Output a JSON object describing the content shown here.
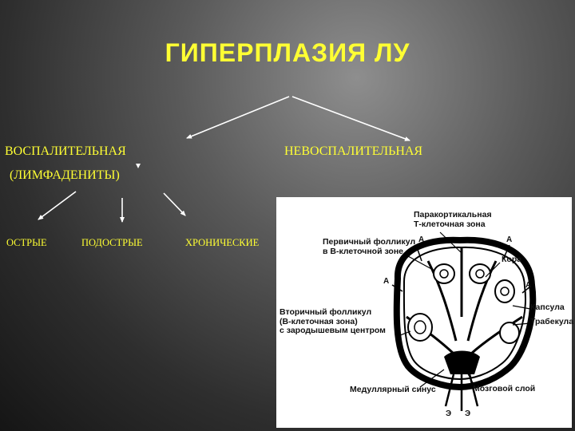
{
  "title": "ГИПЕРПЛАЗИЯ ЛУ",
  "branches": {
    "left": "ВОСПАЛИТЕЛЬНАЯ",
    "left_sub": "(ЛИМФАДЕНИТЫ)",
    "right": "НЕВОСПАЛИТЕЛЬНАЯ"
  },
  "subtypes": [
    "ОСТРЫЕ",
    "ПОДОСТРЫЕ",
    "ХРОНИЧЕСКИЕ"
  ],
  "figure": {
    "labels": {
      "paracortical": "Паракортикальная\nТ-клеточная зона",
      "primary": "Первичный фолликул\nв В-клеточной зоне",
      "cortex": "Кора",
      "secondary": "Вторичный фолликул\n(В-клеточная зона)\nс зародышевым центром",
      "capsule": "Капсула",
      "trabecula": "Трабекула",
      "medullary_sinus": "Медуллярный синус",
      "medulla": "Мозговой слой"
    },
    "markers": {
      "a": "А",
      "e": "Э"
    }
  },
  "colors": {
    "text": "#ffff33",
    "arrows": "#ffffff",
    "figure_bg": "#ffffff"
  }
}
